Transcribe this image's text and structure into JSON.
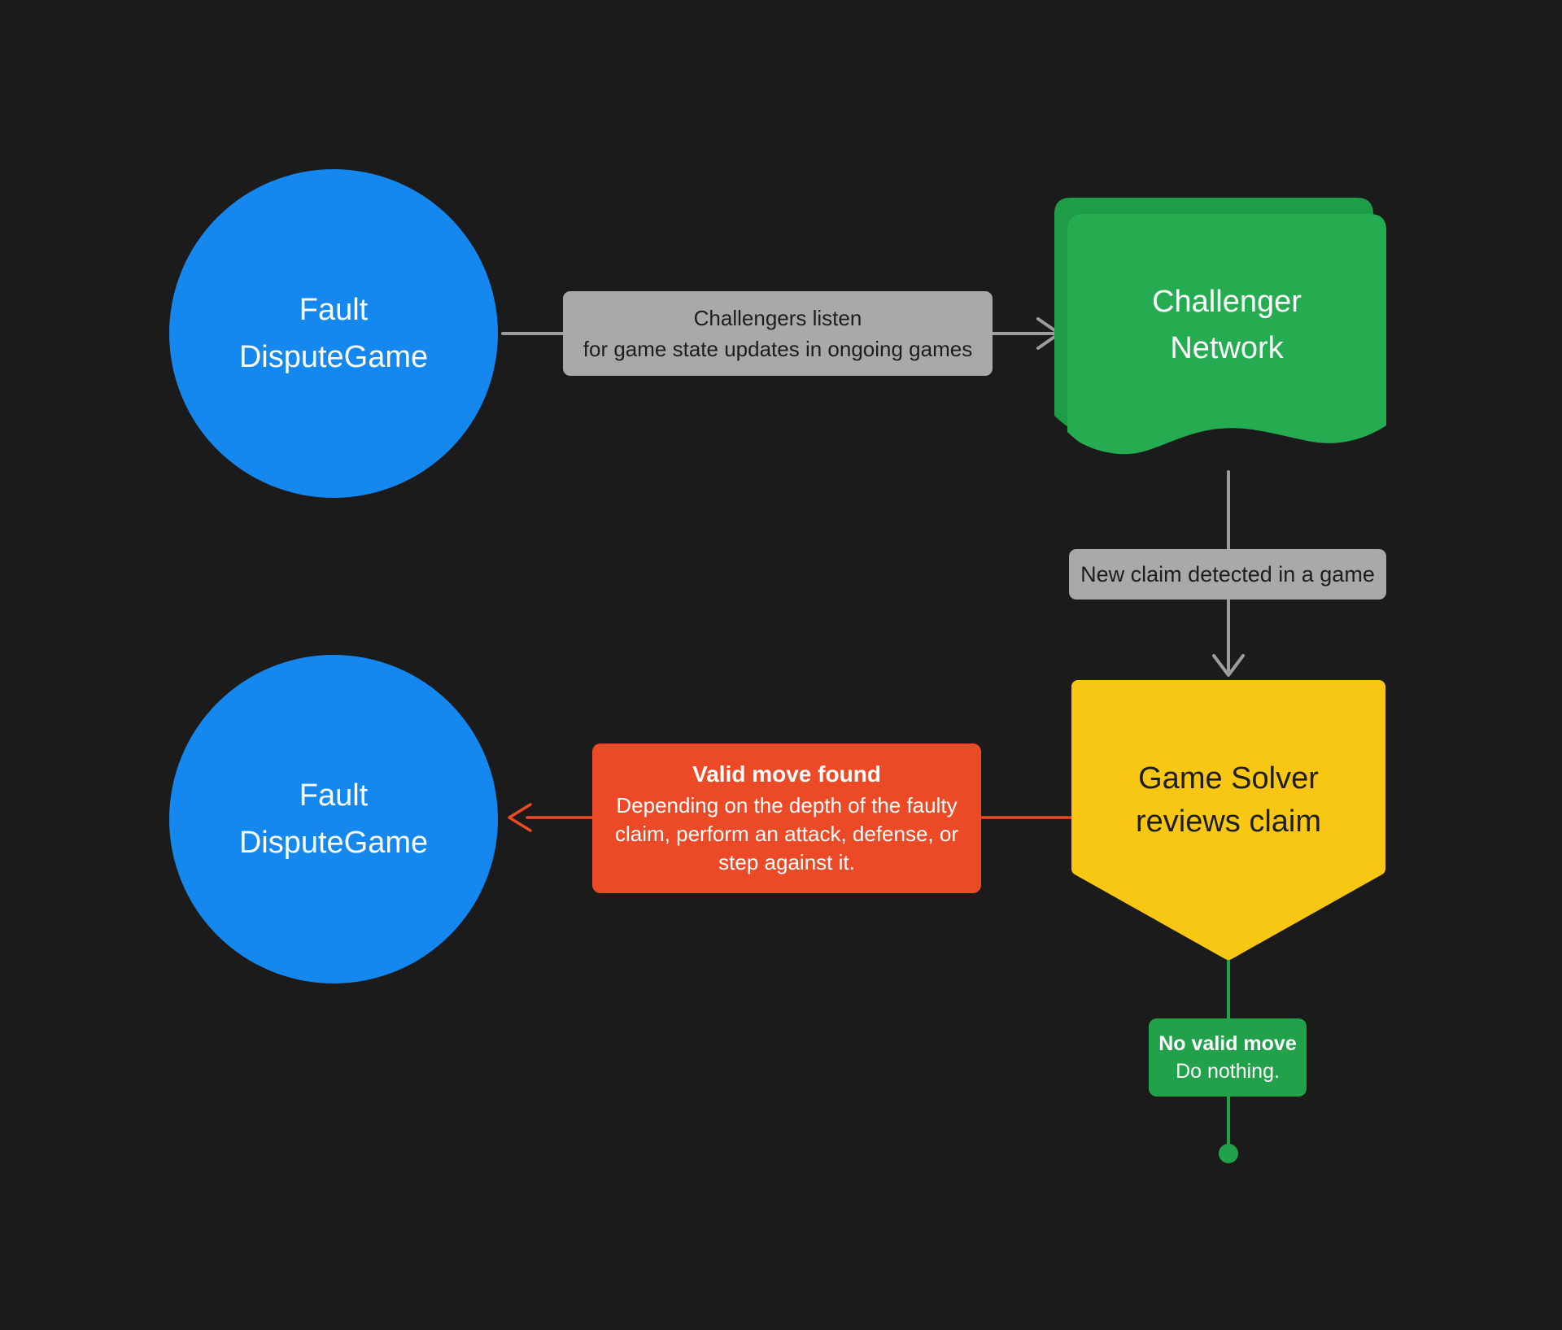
{
  "diagram": {
    "background": "#1b1b1b",
    "colors": {
      "node_blue": "#1588f0",
      "node_green": "#25ab50",
      "node_green_back": "#1f9c46",
      "node_yellow": "#f8c713",
      "label_gray": "#a9a9a9",
      "arrow_gray": "#9c9c9c",
      "accent_red": "#ec4a26",
      "accent_green": "#21a14a"
    },
    "nodes": {
      "fault_dispute_game_top": {
        "line1": "Fault",
        "line2": "DisputeGame"
      },
      "challenger_network": {
        "line1": "Challenger",
        "line2": "Network"
      },
      "game_solver": {
        "line1": "Game Solver",
        "line2": "reviews claim"
      },
      "fault_dispute_game_bottom": {
        "line1": "Fault",
        "line2": "DisputeGame"
      }
    },
    "edge_labels": {
      "challengers_listen": {
        "line1": "Challengers listen",
        "line2": "for game state updates in ongoing games"
      },
      "new_claim": {
        "text": "New claim detected in a game"
      },
      "valid_move": {
        "title": "Valid move found",
        "body": "Depending on the depth of the faulty claim, perform an attack, defense, or step against it."
      },
      "no_valid_move": {
        "title": "No valid move",
        "body": "Do nothing."
      }
    }
  }
}
